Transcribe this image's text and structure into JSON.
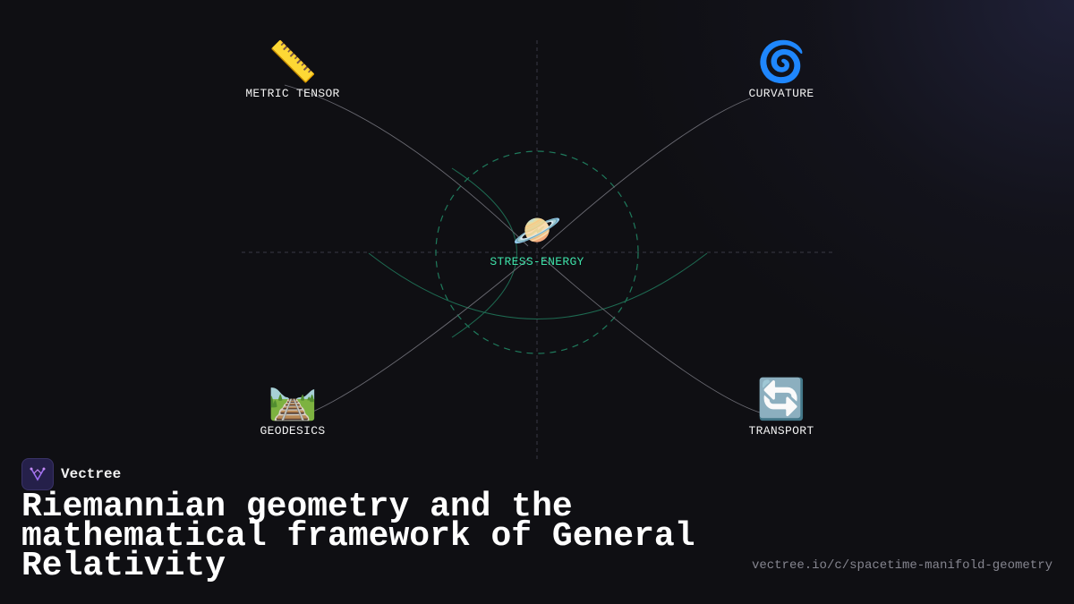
{
  "diagram": {
    "center": {
      "emoji": "🪐",
      "label": "STRESS-ENERGY",
      "icon": "ringed-planet-icon"
    },
    "nodes": [
      {
        "id": "metric",
        "emoji": "📏",
        "label": "METRIC TENSOR",
        "icon": "ruler-icon"
      },
      {
        "id": "curvature",
        "emoji": "🌀",
        "label": "CURVATURE",
        "icon": "cyclone-icon"
      },
      {
        "id": "geodesics",
        "emoji": "🛤️",
        "label": "GEODESICS",
        "icon": "railway-track-icon"
      },
      {
        "id": "transport",
        "emoji": "🔄",
        "label": "TRANSPORT",
        "icon": "arrows-cycle-icon"
      }
    ],
    "colors": {
      "accent": "#3ee0a8",
      "connector": "#6a6a72",
      "orbit": "#1f7a5c"
    }
  },
  "brand": {
    "name": "Vectree"
  },
  "title": "Riemannian geometry and the mathematical framework of General Relativity",
  "url": "vectree.io/c/spacetime-manifold-geometry"
}
